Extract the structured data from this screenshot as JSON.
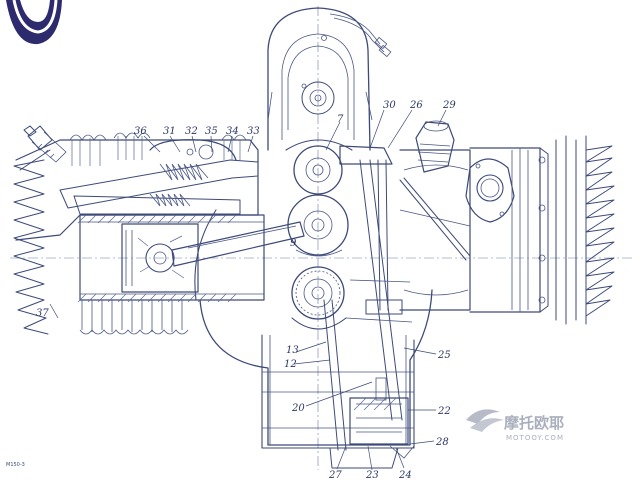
{
  "drawing": {
    "reference_code": "M150-3",
    "ink_color": "#3d4a78",
    "callouts": [
      {
        "id": "36",
        "label": "36"
      },
      {
        "id": "31",
        "label": "31"
      },
      {
        "id": "32",
        "label": "32"
      },
      {
        "id": "35",
        "label": "35"
      },
      {
        "id": "34",
        "label": "34"
      },
      {
        "id": "33",
        "label": "33"
      },
      {
        "id": "7",
        "label": "7"
      },
      {
        "id": "30",
        "label": "30"
      },
      {
        "id": "26",
        "label": "26"
      },
      {
        "id": "29",
        "label": "29"
      },
      {
        "id": "9",
        "label": "9"
      },
      {
        "id": "37",
        "label": "37"
      },
      {
        "id": "13",
        "label": "13"
      },
      {
        "id": "12",
        "label": "12"
      },
      {
        "id": "25",
        "label": "25"
      },
      {
        "id": "20",
        "label": "20"
      },
      {
        "id": "22",
        "label": "22"
      },
      {
        "id": "28",
        "label": "28"
      },
      {
        "id": "27",
        "label": "27"
      },
      {
        "id": "23",
        "label": "23"
      },
      {
        "id": "24",
        "label": "24"
      }
    ]
  },
  "watermark": {
    "brand": "摩托欧耶",
    "url": "MOTOOY.COM",
    "color": "#a9afbd"
  },
  "corner_logo": {
    "icon": "corner-logo-icon",
    "color": "#2e2a6e"
  }
}
